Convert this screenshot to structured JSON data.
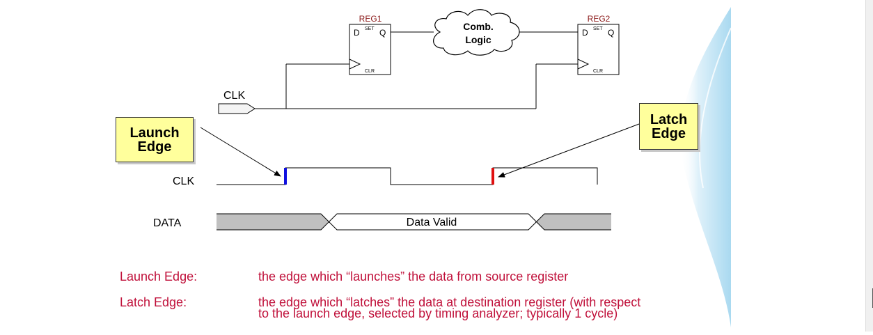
{
  "circuit": {
    "reg1_label": "REG1",
    "reg2_label": "REG2",
    "pin_d": "D",
    "pin_q": "Q",
    "pin_set": "SET",
    "pin_clr": "CLR",
    "comb_logic_line1": "Comb.",
    "comb_logic_line2": "Logic",
    "clk_input_label": "CLK"
  },
  "callouts": {
    "launch_line1": "Launch",
    "launch_line2": "Edge",
    "latch_line1": "Latch",
    "latch_line2": "Edge"
  },
  "waveform": {
    "clk_label": "CLK",
    "data_label": "DATA",
    "data_valid_label": "Data Valid"
  },
  "definitions": [
    {
      "term": "Launch Edge:",
      "lines": [
        "the edge which “launches” the data from source register"
      ]
    },
    {
      "term": "Latch Edge:",
      "lines": [
        "the edge which “latches” the data at destination register (with respect",
        "to the launch edge, selected by timing analyzer; typically 1 cycle)"
      ]
    }
  ],
  "colors": {
    "title_red": "#8b1a1a",
    "definition_red": "#c0103a",
    "launch_edge_blue": "#1010e0",
    "latch_edge_red": "#e01010",
    "callout_yellow": "#ffff9c",
    "data_invalid_gray": "#c0c0c0"
  }
}
